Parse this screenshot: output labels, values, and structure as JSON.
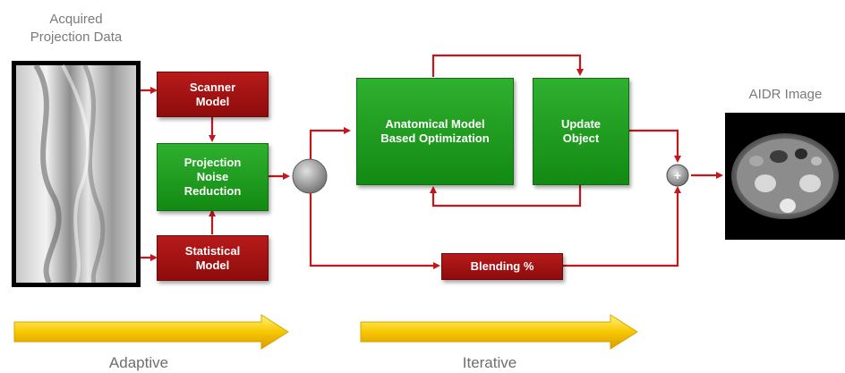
{
  "inputs": {
    "projection_title": "Acquired\nProjection Data",
    "output_title": "AIDR Image"
  },
  "boxes": {
    "scanner_model": "Scanner\nModel",
    "projection_noise_reduction": "Projection\nNoise\nReduction",
    "statistical_model": "Statistical\nModel",
    "anatomical_model": "Anatomical Model\nBased Optimization",
    "update_object": "Update\nObject",
    "blending": "Blending %"
  },
  "junction_symbol": "+",
  "stages": {
    "adaptive": "Adaptive",
    "iterative": "Iterative"
  },
  "colors": {
    "connector": "#c4161c",
    "red_box": "#a31212",
    "green_box": "#1f9d1f",
    "stage_arrow": "#f5c400"
  }
}
